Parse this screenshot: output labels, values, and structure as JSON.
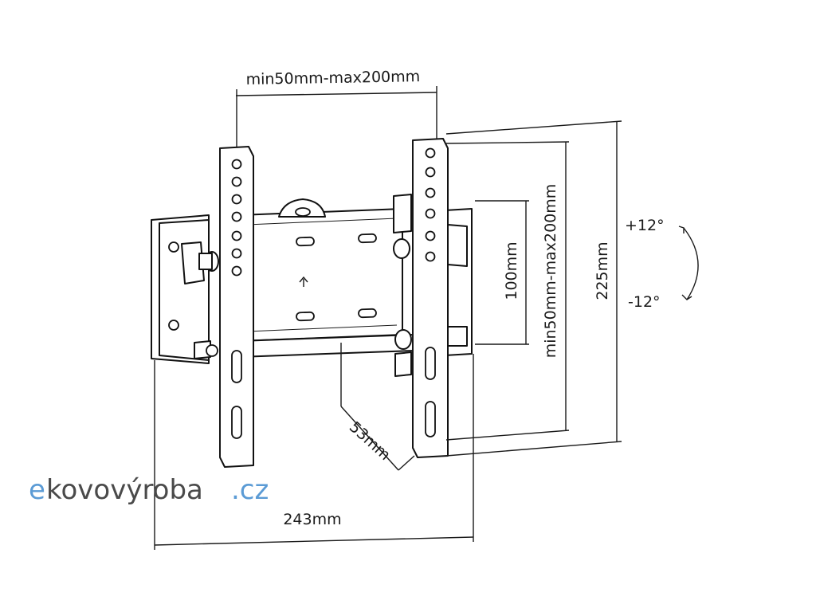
{
  "dimensions": {
    "top_width": "min50mm-max200mm",
    "vertical_range": "min50mm-max200mm",
    "vertical_fixed": "100mm",
    "height": "225mm",
    "depth": "53mm",
    "width": "243mm"
  },
  "tilt": {
    "up": "+12°",
    "down": "-12°"
  },
  "logo": {
    "text": "ekovovýroba.cz",
    "colors": {
      "e": "#5b9bd5",
      "main": "#4a4a4a",
      "suffix": "#5b9bd5"
    }
  }
}
